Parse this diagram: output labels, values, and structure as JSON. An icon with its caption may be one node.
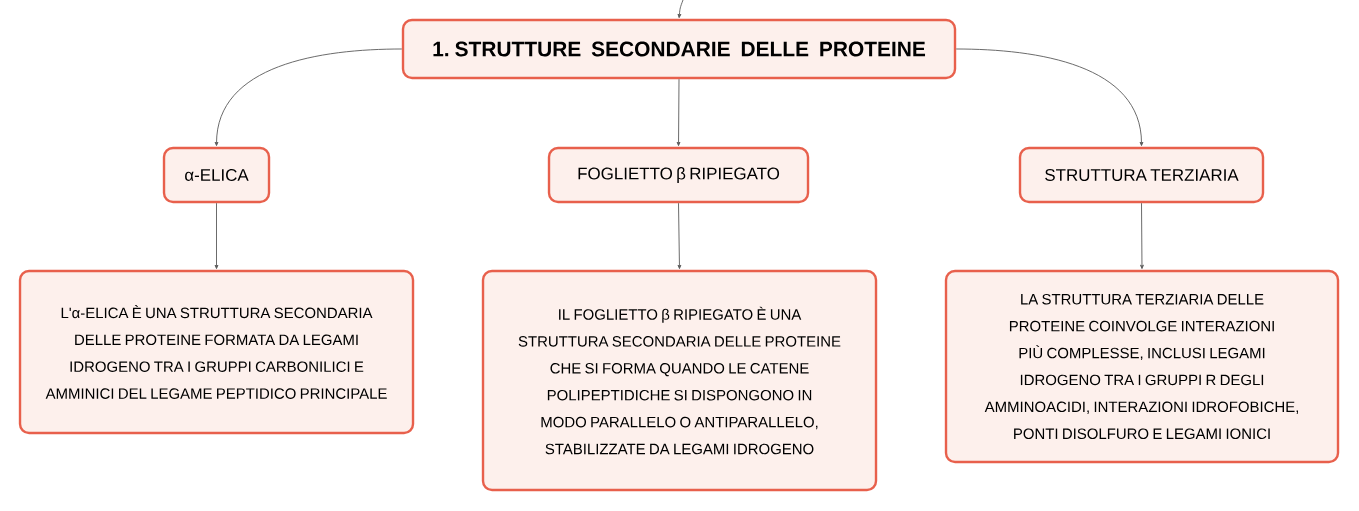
{
  "diagram": {
    "nodes": [
      {
        "text": [
          "1. STRUTTURE SECONDARIE DELLE PROTEINE"
        ]
      },
      {
        "text": [
          "α-ELICA"
        ]
      },
      {
        "text": [
          "FOGLIETTO β RIPIEGATO"
        ]
      },
      {
        "text": [
          "STRUTTURA TERZIARIA"
        ]
      },
      {
        "text": [
          "L'α-ELICA È UNA STRUTTURA SECONDARIA DELLE PROTEINE FORMATA DA LEGAMI IDROGENO TRA I GRUPPI CARBONILICI E AMMINICI DEL LEGAME PEPTIDICO PRINCIPALE"
        ]
      },
      {
        "text": [
          "IL FOGLIETTO β RIPIEGATO È UNA STRUTTURA SECONDARIA DELLE PROTEINE CHE SI FORMA QUANDO LE CATENE POLIPEPTIDICHE SI DISPONGONO IN MODO PARALLELO O ANTIPARALLELO, STABILIZZATE DA LEGAMI IDROGENO"
        ]
      },
      {
        "text": [
          "LA STRUTTURA TERZIARIA DELLE PROTEINE COINVOLGE INTERAZIONI PIÙ COMPLESSE, INCLUSI LEGAMI IDROGENO TRA I GRUPPI R DEGLI AMMINOACIDI, INTERAZIONI IDROFOBICHE, PONTI DISOLFURO E LEGAMI IONICI"
        ]
      }
    ],
    "edges": [
      {
        "from": null,
        "to": 0,
        "arrow": "to"
      },
      {
        "from": 0,
        "to": 1,
        "arrow": "to"
      },
      {
        "from": 0,
        "to": 2,
        "arrow": "to"
      },
      {
        "from": 0,
        "to": 3,
        "arrow": "to"
      },
      {
        "from": 1,
        "to": 4,
        "arrow": "to"
      },
      {
        "from": 2,
        "to": 5,
        "arrow": "to"
      },
      {
        "from": 3,
        "to": 6,
        "arrow": "to"
      }
    ]
  }
}
